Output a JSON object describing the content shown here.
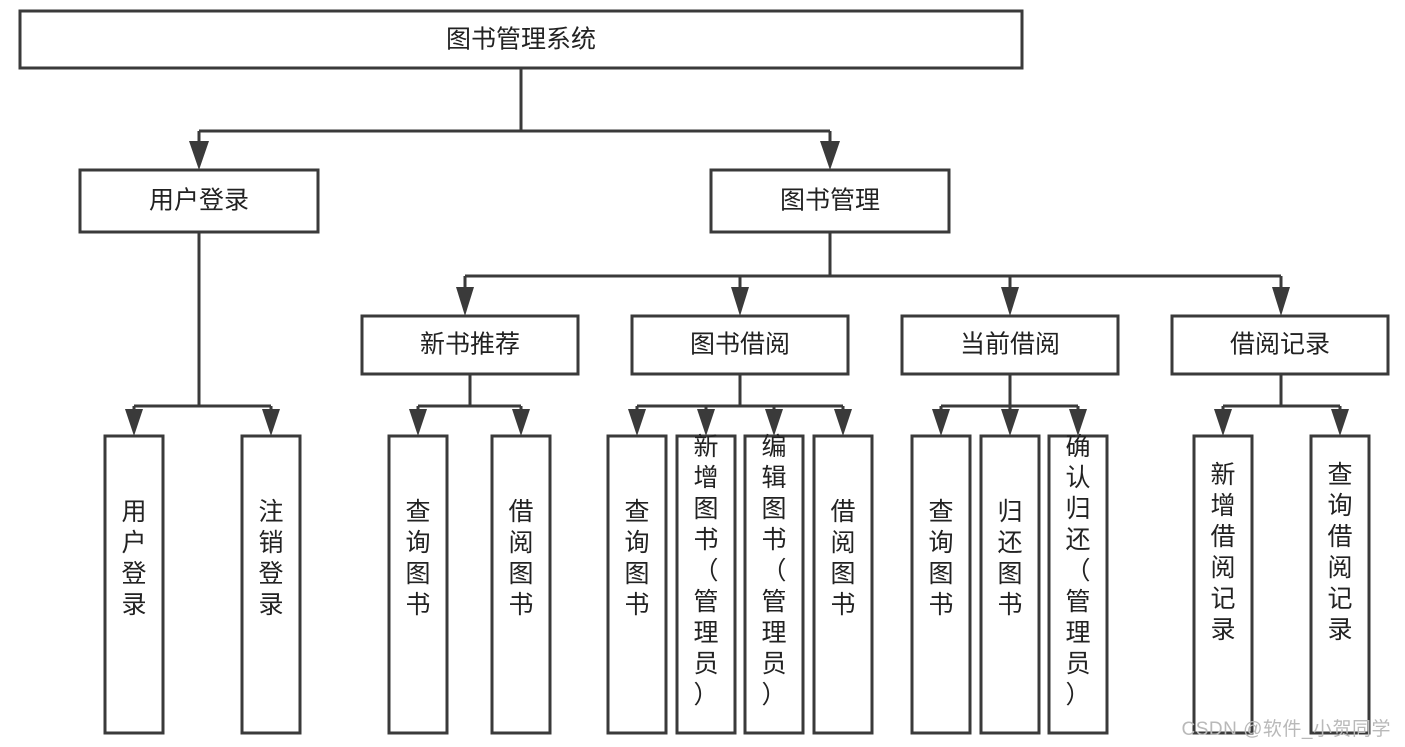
{
  "diagram": {
    "title": "图书管理系统",
    "type": "hierarchy-tree",
    "watermark": "CSDN @软件_小贺同学",
    "colors": {
      "box_stroke": "#3a3a3a",
      "box_fill": "#ffffff",
      "connector": "#3a3a3a",
      "text": "#222222",
      "watermark": "#b9b9b9",
      "background": "#ffffff"
    },
    "root": {
      "label": "图书管理系统"
    },
    "level2": [
      {
        "label": "用户登录"
      },
      {
        "label": "图书管理"
      }
    ],
    "level3": [
      {
        "label": "新书推荐"
      },
      {
        "label": "图书借阅"
      },
      {
        "label": "当前借阅"
      },
      {
        "label": "借阅记录"
      }
    ],
    "leaves": {
      "user_login": [
        {
          "label": "用户登录"
        },
        {
          "label": "注销登录"
        }
      ],
      "new_book_recommend": [
        {
          "label": "查询图书"
        },
        {
          "label": "借阅图书"
        }
      ],
      "book_borrow": [
        {
          "label": "查询图书"
        },
        {
          "label": "新增图书（管理员）"
        },
        {
          "label": "编辑图书（管理员）"
        },
        {
          "label": "借阅图书"
        }
      ],
      "current_borrow": [
        {
          "label": "查询图书"
        },
        {
          "label": "归还图书"
        },
        {
          "label": "确认归还（管理员）"
        }
      ],
      "borrow_record": [
        {
          "label": "新增借阅记录"
        },
        {
          "label": "查询借阅记录"
        }
      ]
    }
  }
}
